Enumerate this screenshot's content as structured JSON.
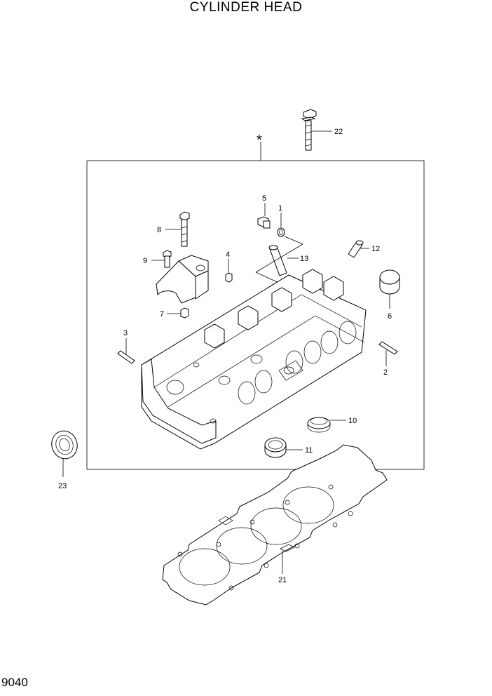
{
  "title": "CYLINDER HEAD",
  "page_code": "9040",
  "assembly_marker": "*",
  "callouts": {
    "c1": "1",
    "c2": "2",
    "c3": "3",
    "c4": "4",
    "c5": "5",
    "c6": "6",
    "c7": "7",
    "c8": "8",
    "c9": "9",
    "c10": "10",
    "c11": "11",
    "c12": "12",
    "c13": "13",
    "c21": "21",
    "c22": "22",
    "c23": "23"
  }
}
